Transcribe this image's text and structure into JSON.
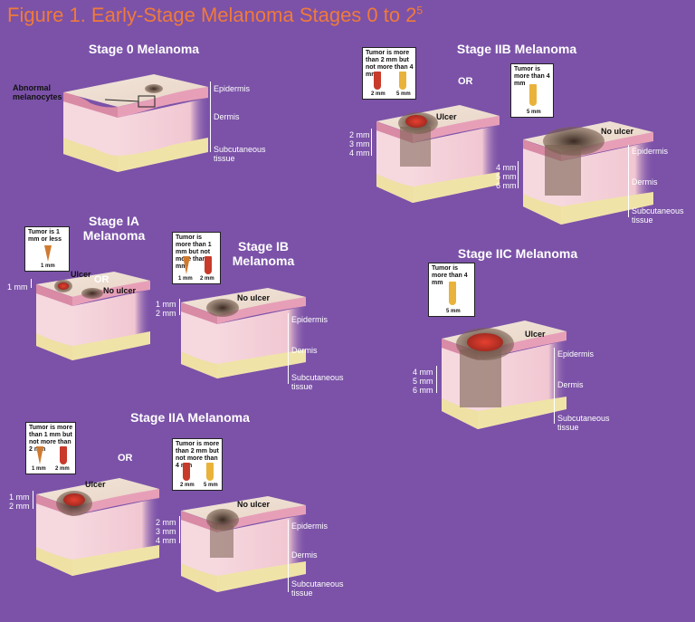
{
  "figure_title": "Figure 1. Early-Stage Melanoma Stages 0 to 2",
  "figure_title_sup": "5",
  "colors": {
    "background": "#7b52a8",
    "title": "#f07a3a",
    "skin_top": "#e8b8c8",
    "skin_side": "#f4d4dc",
    "fat": "#f0e0a0",
    "tumor": "#5a4030",
    "ulcer": "#d83a2a"
  },
  "stage0": {
    "title": "Stage 0 Melanoma",
    "abnormal": "Abnormal melanocytes",
    "epidermis": "Epidermis",
    "dermis": "Dermis",
    "subcutaneous": "Subcutaneous tissue"
  },
  "stage1a": {
    "title": "Stage IA Melanoma",
    "inset_text": "Tumor is 1 mm or less",
    "inset_m1": "1 mm",
    "depth": "1 mm",
    "ulcer": "Ulcer",
    "or": "OR",
    "no_ulcer": "No ulcer"
  },
  "stage1b": {
    "title": "Stage IB Melanoma",
    "inset_text": "Tumor is more than 1 mm but not more than 2 mm",
    "inset_m1": "1 mm",
    "inset_m2": "2 mm",
    "depth1": "1 mm",
    "depth2": "2 mm",
    "no_ulcer": "No ulcer",
    "epidermis": "Epidermis",
    "dermis": "Dermis",
    "subcutaneous": "Subcutaneous tissue"
  },
  "stage2a": {
    "title": "Stage IIA Melanoma",
    "inset1_text": "Tumor is more than 1 mm but not more than 2 mm",
    "inset1_m1": "1 mm",
    "inset1_m2": "2 mm",
    "depth1": "1 mm",
    "depth2": "2 mm",
    "ulcer": "Ulcer",
    "or": "OR",
    "inset2_text": "Tumor is more than 2 mm but not more than 4 mm",
    "inset2_m1": "2 mm",
    "inset2_m2": "5 mm",
    "depth_b1": "2 mm",
    "depth_b2": "3 mm",
    "depth_b3": "4 mm",
    "no_ulcer": "No ulcer",
    "epidermis": "Epidermis",
    "dermis": "Dermis",
    "subcutaneous": "Subcutaneous tissue"
  },
  "stage2b": {
    "title": "Stage IIB Melanoma",
    "inset1_text": "Tumor is more than 2 mm but not more than 4 mm",
    "inset1_m1": "2 mm",
    "inset1_m2": "5 mm",
    "or": "OR",
    "inset2_text": "Tumor is more than 4 mm",
    "inset2_m1": "5 mm",
    "depth1": "2 mm",
    "depth2": "3 mm",
    "depth3": "4 mm",
    "ulcer": "Ulcer",
    "depth_b1": "4 mm",
    "depth_b2": "5 mm",
    "depth_b3": "6 mm",
    "no_ulcer": "No ulcer",
    "epidermis": "Epidermis",
    "dermis": "Dermis",
    "subcutaneous": "Subcutaneous tissue"
  },
  "stage2c": {
    "title": "Stage IIC Melanoma",
    "inset_text": "Tumor is more than 4 mm",
    "inset_m1": "5 mm",
    "ulcer": "Ulcer",
    "depth1": "4 mm",
    "depth2": "5 mm",
    "depth3": "6 mm",
    "epidermis": "Epidermis",
    "dermis": "Dermis",
    "subcutaneous": "Subcutaneous tissue"
  }
}
